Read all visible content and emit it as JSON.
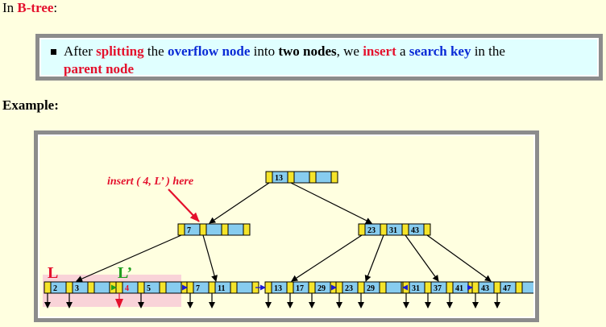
{
  "intro": {
    "prefix": "In ",
    "term": "B-tree",
    "suffix": ":"
  },
  "note": {
    "t1": "After ",
    "t2": "splitting",
    "t3": " the ",
    "t4": "overflow node",
    "t5": " into ",
    "t6": "two nodes",
    "t7": ", we ",
    "t8": "insert",
    "t9": " a ",
    "t10": "search key",
    "t11": " in the",
    "t12": "parent node"
  },
  "example_label": "Example:",
  "diagram": {
    "annotation": "insert ( 4, L’ ) here",
    "label_L": "L",
    "label_Lp": "L’",
    "root_keys": [
      "13"
    ],
    "left_internal_keys": [
      "7"
    ],
    "right_internal_keys": [
      "23",
      "31",
      "43"
    ],
    "leaves": [
      {
        "name": "leaf-L",
        "keys": [
          "2",
          "3"
        ]
      },
      {
        "name": "leaf-Lprime",
        "keys": [
          "4",
          "5"
        ]
      },
      {
        "name": "leaf-7",
        "keys": [
          "7",
          "11"
        ]
      },
      {
        "name": "leaf-13",
        "keys": [
          "13",
          "17",
          "29"
        ]
      },
      {
        "name": "leaf-23",
        "keys": [
          "23",
          "29"
        ]
      },
      {
        "name": "leaf-31",
        "keys": [
          "31",
          "37",
          "41"
        ]
      },
      {
        "name": "leaf-43",
        "keys": [
          "43",
          "47"
        ]
      }
    ],
    "colors": {
      "pointer": "#f5e42a",
      "key": "#87ccef",
      "highlight": "#f9d3d8",
      "red": "#e4102c",
      "green": "#1f9e1f",
      "blue": "#1a1ad6"
    }
  }
}
